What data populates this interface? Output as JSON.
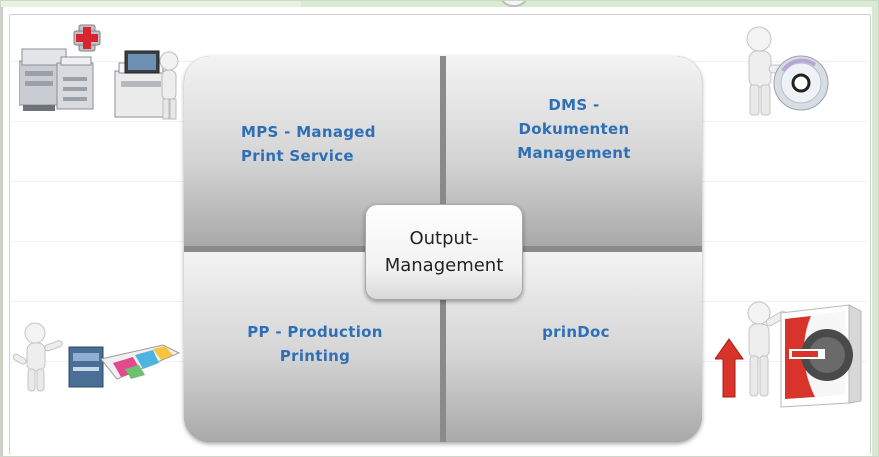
{
  "diagram": {
    "center": {
      "label": "Output-\nManagement"
    },
    "quadrants": [
      {
        "id": "top-left",
        "label": "MPS - Managed\nPrint Service"
      },
      {
        "id": "top-right",
        "label": "DMS -\nDokumenten\nManagement"
      },
      {
        "id": "bottom-left",
        "label": "PP - Production\nPrinting"
      },
      {
        "id": "bottom-right",
        "label": "prinDoc"
      }
    ]
  },
  "illustrations": [
    {
      "icon": "printer-service-icon"
    },
    {
      "icon": "person-with-disc-icon"
    },
    {
      "icon": "person-with-production-printer-icon"
    },
    {
      "icon": "prindoc-software-box-icon"
    }
  ],
  "colors": {
    "label_blue": "#2f6fb5",
    "quadrant_light": "#f3f3f3",
    "quadrant_dark": "#a9a9a9",
    "frame_green": "#d9ecd0",
    "box_red": "#d9342b"
  }
}
